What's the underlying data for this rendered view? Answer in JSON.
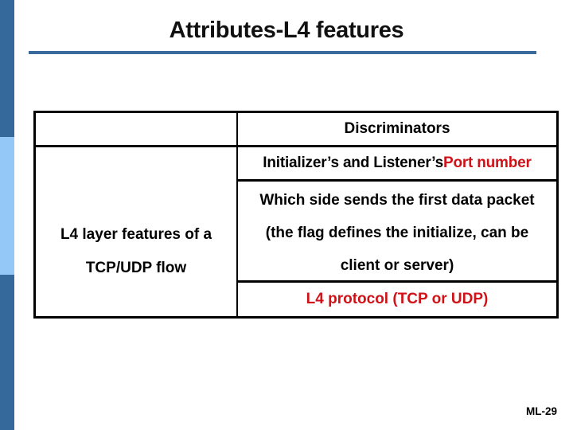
{
  "title": "Attributes-L4 features",
  "table": {
    "discriminators_header": "Discriminators",
    "left_cell": {
      "line1": "L4 layer features of a",
      "line2": "TCP/UDP flow"
    },
    "ports_row": {
      "prefix": "Initializer’s and Listener’s ",
      "highlight": "Port number"
    },
    "first_packet_row": {
      "line1": "Which side sends the first data packet",
      "line2": "(the flag defines the initialize, can be",
      "line3": "client or server)"
    },
    "protocol_row": {
      "text": "L4 protocol (TCP or UDP)"
    }
  },
  "footer": {
    "page_label": "ML-29"
  },
  "colors": {
    "accent_blue": "#35699c",
    "light_blue": "#94c9f7",
    "highlight_red": "#d01218",
    "border_black": "#000000"
  }
}
